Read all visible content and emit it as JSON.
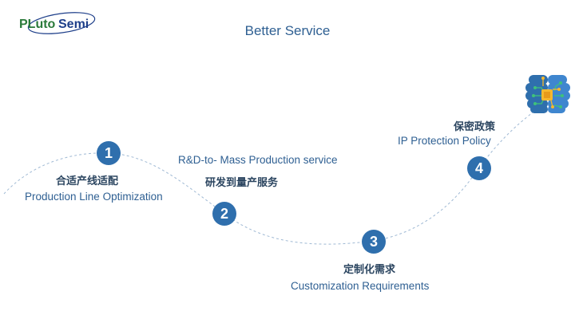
{
  "logo": {
    "text_part1": "PLuto",
    "text_part2": "Semi",
    "alt": "PlutoSemi logo"
  },
  "title": "Better Service",
  "steps": [
    {
      "number": "1",
      "zh": "合适产线适配",
      "en": "Production Line Optimization"
    },
    {
      "number": "2",
      "zh": "研发到量产服务",
      "en": "R&D-to- Mass Production service"
    },
    {
      "number": "3",
      "zh": "定制化需求",
      "en": "Customization Requirements"
    },
    {
      "number": "4",
      "zh": "保密政策",
      "en": "IP Protection Policy"
    }
  ],
  "icons": {
    "brain_chip": "brain-chip-icon"
  },
  "colors": {
    "accent": "#2f6fad",
    "title": "#2e5f92",
    "logo_green": "#2a7a3a",
    "logo_blue": "#1e3f8a",
    "chip": "#f5b82e"
  }
}
